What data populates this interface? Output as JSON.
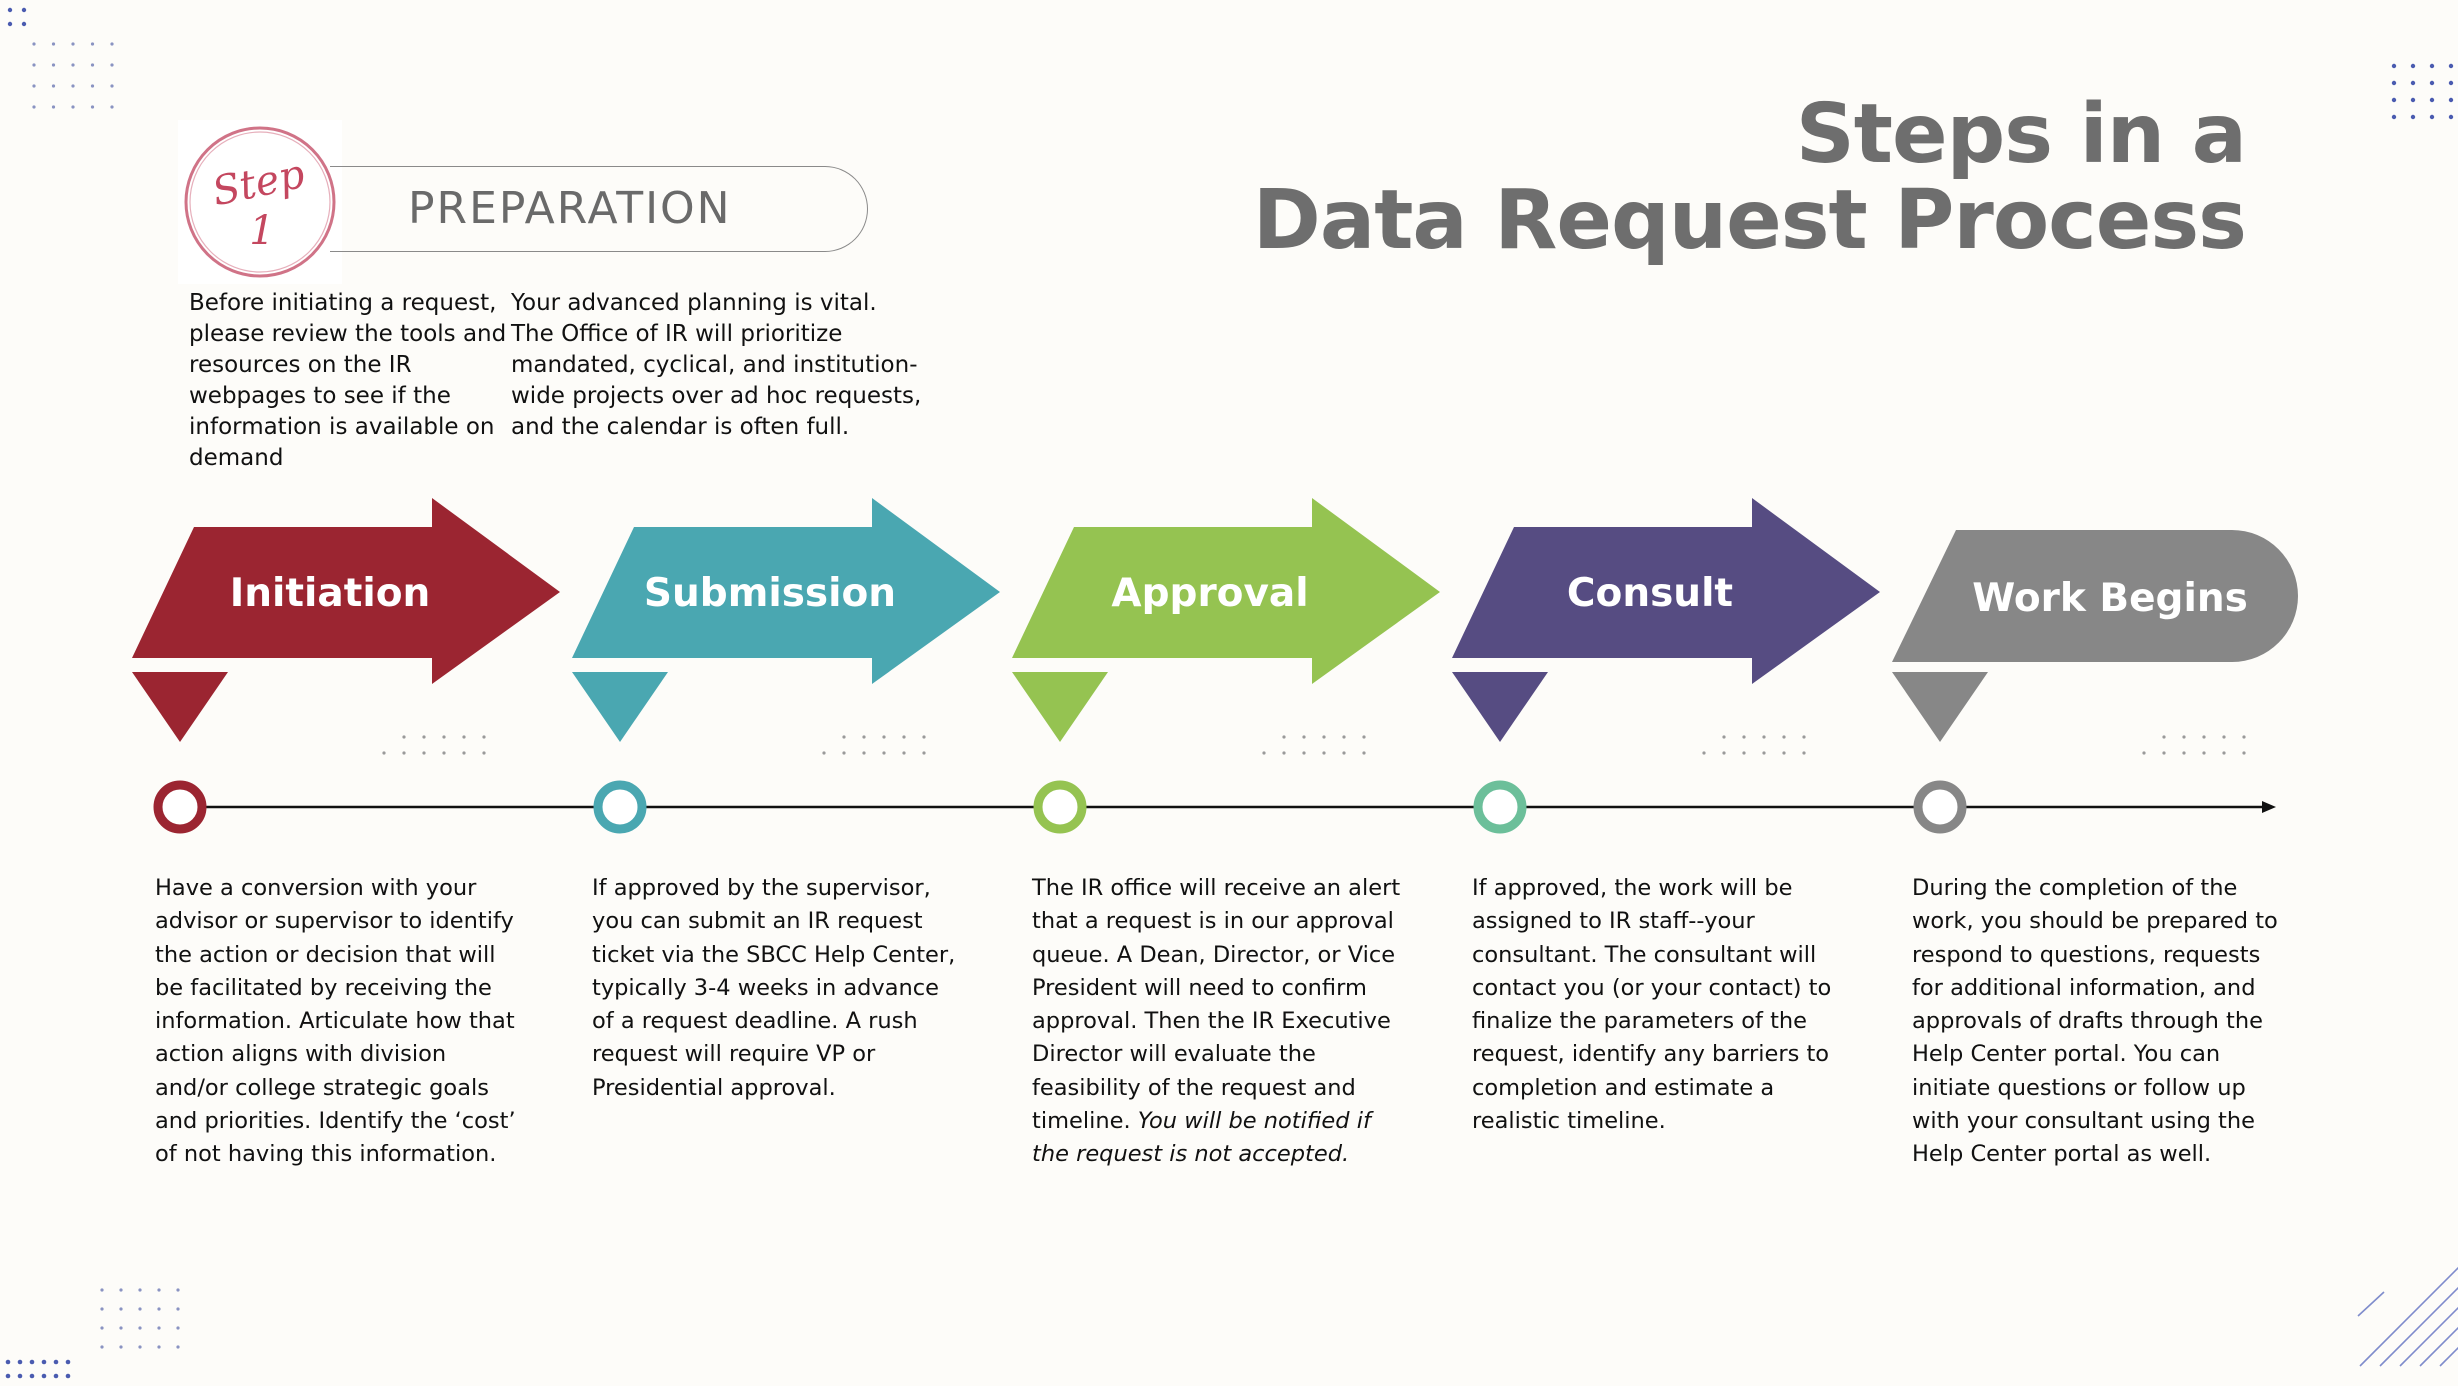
{
  "title": {
    "line1": "Steps in a",
    "line2": "Data Request Process"
  },
  "step_badge": {
    "word": "Step",
    "number": "1"
  },
  "preparation": {
    "label": "PREPARATION",
    "left_text": "Before initiating a request,\nplease review the tools and\nresources on the IR\nwebpages to see if the\ninformation is available on\ndemand",
    "right_text": "Your advanced planning is  vital.\nThe Office of IR will prioritize\nmandated, cyclical, and institution-\nwide projects over ad hoc requests,\nand the calendar is often full."
  },
  "steps": [
    {
      "label": "Initiation",
      "color": "#9b2531",
      "description": "Have a conversion with your advisor or supervisor to identify the action or decision that will be facilitated by receiving the information. Articulate how that action aligns with division and/or college strategic goals and priorities. Identify the ‘cost’ of not having this information."
    },
    {
      "label": "Submission",
      "color": "#4aa7b1",
      "description": "If approved by the supervisor, you can submit an IR request ticket via the SBCC Help Center, typically 3-4 weeks in advance of a request deadline. A rush request will require VP or Presidential approval."
    },
    {
      "label": "Approval",
      "color": "#95c351",
      "description": "The IR office will receive an alert that a request is in our approval queue. A Dean, Director, or Vice President will need to confirm approval. Then the IR Executive Director will evaluate the feasibility of the request and timeline.",
      "description_italic": "You will be notified if the request is not accepted."
    },
    {
      "label": "Consult",
      "color": "#564c82",
      "description": "If approved, the work will be assigned to IR staff--your consultant. The consultant will contact you (or your contact) to finalize the parameters of the request, identify any barriers to completion and estimate a realistic timeline."
    },
    {
      "label": "Work Begins",
      "color": "#878787",
      "description": "During the completion of the work, you should be prepared to respond to questions, requests for additional information, and approvals of drafts through the Help Center portal. You can initiate questions or follow up with your consultant using the Help Center portal as well."
    }
  ],
  "timeline_node_colors": [
    "#9b2531",
    "#4aa7b1",
    "#95c351",
    "#6cbf9a",
    "#878787"
  ],
  "text_color": "#111111",
  "title_color": "#6e6e6e",
  "dots_color": "#4a5bb0"
}
